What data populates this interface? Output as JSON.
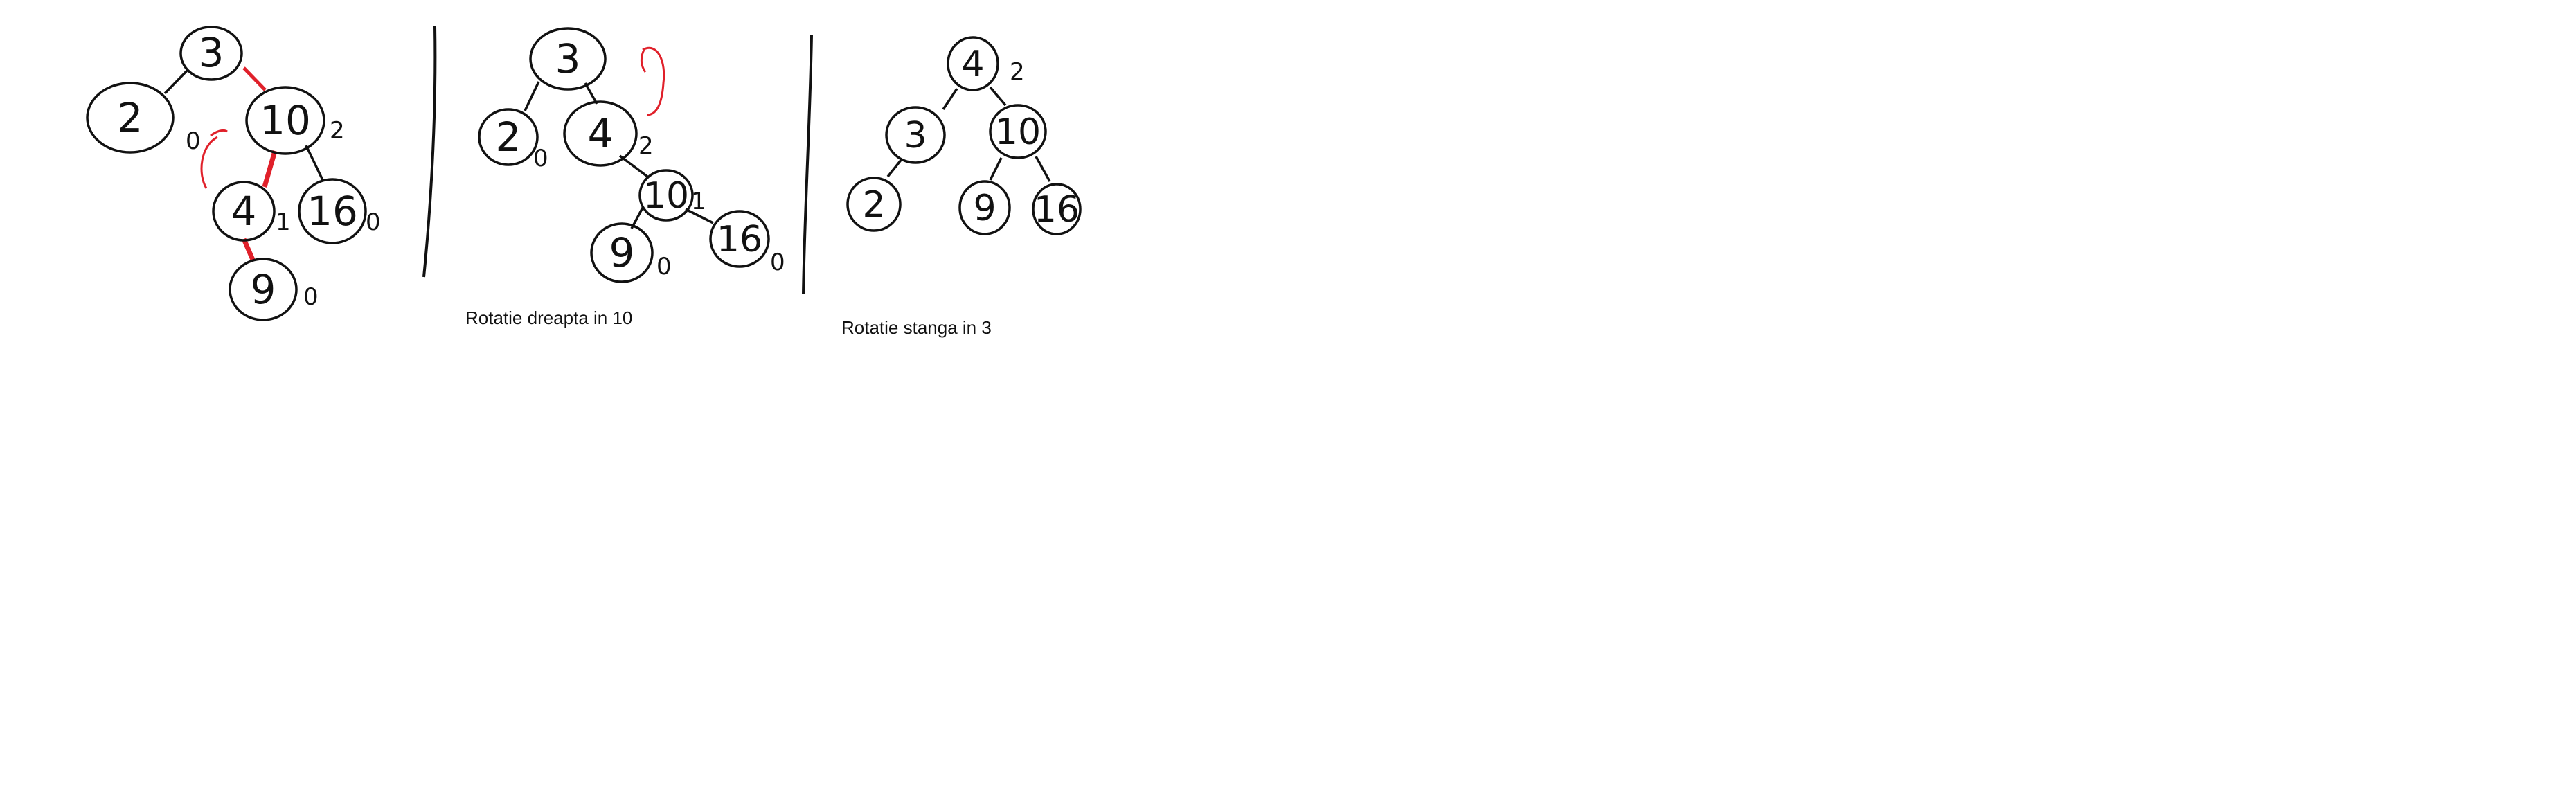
{
  "diagrams": [
    {
      "id": "initial",
      "caption": "",
      "nodes": [
        {
          "id": "n3",
          "label": "3",
          "balance": ""
        },
        {
          "id": "n2",
          "label": "2",
          "balance": "0"
        },
        {
          "id": "n10",
          "label": "10",
          "balance": "2"
        },
        {
          "id": "n4",
          "label": "4",
          "balance": "1"
        },
        {
          "id": "n16",
          "label": "16",
          "balance": "0"
        },
        {
          "id": "n9",
          "label": "9",
          "balance": "0"
        }
      ],
      "edges": [
        {
          "from": "n3",
          "to": "n2",
          "highlight": false
        },
        {
          "from": "n3",
          "to": "n10",
          "highlight": true
        },
        {
          "from": "n10",
          "to": "n4",
          "highlight": true
        },
        {
          "from": "n10",
          "to": "n16",
          "highlight": false
        },
        {
          "from": "n4",
          "to": "n9",
          "highlight": true
        }
      ]
    },
    {
      "id": "after-right-rotation",
      "caption": "Rotatie dreapta in 10",
      "nodes": [
        {
          "id": "m3",
          "label": "3",
          "balance": ""
        },
        {
          "id": "m2",
          "label": "2",
          "balance": "0"
        },
        {
          "id": "m4",
          "label": "4",
          "balance": "2"
        },
        {
          "id": "m10",
          "label": "10",
          "balance": "1"
        },
        {
          "id": "m9",
          "label": "9",
          "balance": "0"
        },
        {
          "id": "m16",
          "label": "16",
          "balance": "0"
        }
      ],
      "edges": [
        {
          "from": "m3",
          "to": "m2",
          "highlight": false
        },
        {
          "from": "m3",
          "to": "m4",
          "highlight": false
        },
        {
          "from": "m4",
          "to": "m10",
          "highlight": false
        },
        {
          "from": "m10",
          "to": "m9",
          "highlight": false
        },
        {
          "from": "m10",
          "to": "m16",
          "highlight": false
        }
      ]
    },
    {
      "id": "after-left-rotation",
      "caption": "Rotatie stanga in 3",
      "nodes": [
        {
          "id": "k4",
          "label": "4",
          "balance": "2"
        },
        {
          "id": "k3",
          "label": "3",
          "balance": ""
        },
        {
          "id": "k10",
          "label": "10",
          "balance": ""
        },
        {
          "id": "k2",
          "label": "2",
          "balance": ""
        },
        {
          "id": "k9",
          "label": "9",
          "balance": ""
        },
        {
          "id": "k16",
          "label": "16",
          "balance": ""
        }
      ],
      "edges": [
        {
          "from": "k4",
          "to": "k3",
          "highlight": false
        },
        {
          "from": "k4",
          "to": "k10",
          "highlight": false
        },
        {
          "from": "k3",
          "to": "k2",
          "highlight": false
        },
        {
          "from": "k10",
          "to": "k9",
          "highlight": false
        },
        {
          "from": "k10",
          "to": "k16",
          "highlight": false
        }
      ]
    }
  ],
  "colors": {
    "ink": "#111111",
    "highlight": "#e0202a"
  }
}
